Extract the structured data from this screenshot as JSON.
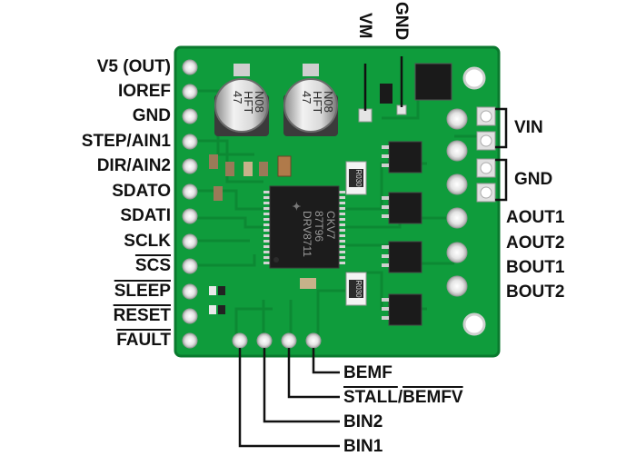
{
  "left_pins": [
    "V5 (OUT)",
    "IOREF",
    "GND",
    "STEP/AIN1",
    "DIR/AIN2",
    "SDATO",
    "SDATI",
    "SCLK",
    "SCS",
    "SLEEP",
    "RESET",
    "FAULT"
  ],
  "right_pins": {
    "vin": "VIN",
    "gnd": "GND",
    "aout1": "AOUT1",
    "aout2": "AOUT2",
    "bout1": "BOUT1",
    "bout2": "BOUT2"
  },
  "top_pins": {
    "vm": "VM",
    "gnd": "GND"
  },
  "bottom_pins": {
    "bemf": "BEMF",
    "stall": "STALL",
    "separator": "/",
    "bemfv": "BEMFV",
    "bin2": "BIN2",
    "bin1": "BIN1"
  },
  "chip": {
    "line1": "DRV8711",
    "line2": "87T96",
    "line3": "CKV7"
  },
  "capacitors": {
    "value": "47",
    "code": "HFT",
    "series": "N08"
  },
  "resistors": {
    "r1": "R030",
    "r2": "R030"
  },
  "colors": {
    "pcb": "#0f9c3c",
    "pcb_dark": "#0a7a2e",
    "silk": "#ffffff",
    "copper": "#c9c9c9",
    "line": "#111111"
  }
}
